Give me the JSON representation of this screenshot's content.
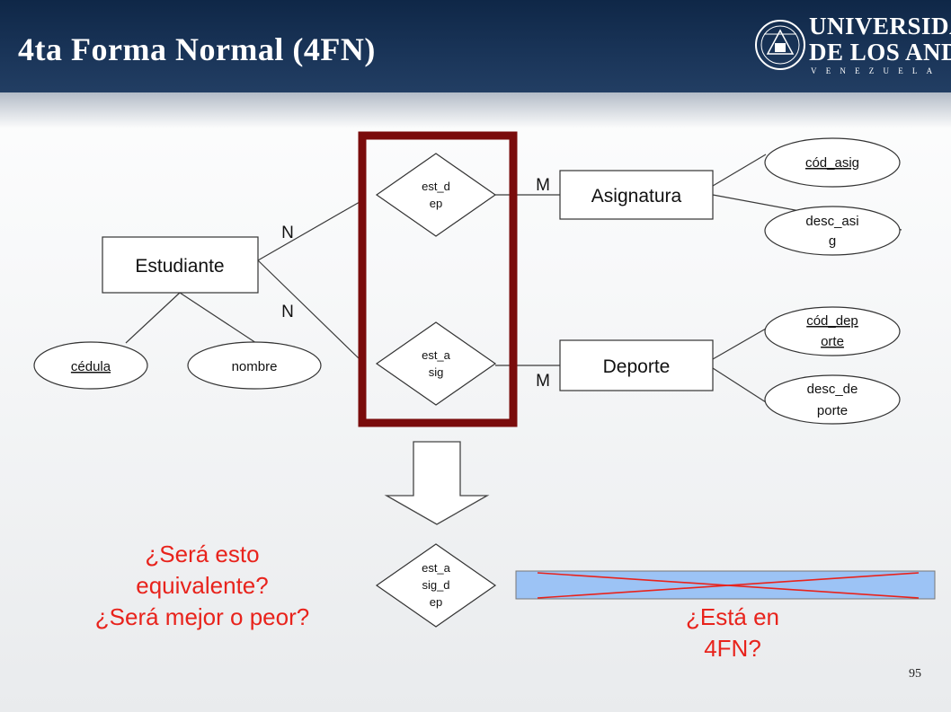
{
  "slide": {
    "title": "4ta Forma Normal (4FN)",
    "page_number": "95"
  },
  "logo": {
    "line1": "UNIVERSIDAD",
    "line2": "DE LOS ANDES",
    "line3": "VENEZUELA"
  },
  "entities": {
    "estudiante": "Estudiante",
    "asignatura": "Asignatura",
    "deporte": "Deporte"
  },
  "relationships": {
    "est_dep": [
      "est_d",
      "ep"
    ],
    "est_asig": [
      "est_a",
      "sig"
    ],
    "est_asig_dep": [
      "est_a",
      "sig_d",
      "ep"
    ]
  },
  "attributes": {
    "cedula": "cédula",
    "nombre": "nombre",
    "cod_asig": "cód_asig",
    "desc_asig": [
      "desc_asi",
      "g"
    ],
    "cod_deporte": [
      "cód_dep",
      "orte"
    ],
    "desc_deporte": [
      "desc_de",
      "porte"
    ]
  },
  "cardinalities": {
    "n_top": "N",
    "n_bottom": "N",
    "m_top": "M",
    "m_bottom": "M"
  },
  "questions": {
    "left": [
      "¿Será esto",
      "equivalente?",
      "¿Será mejor o peor?"
    ],
    "right": [
      "¿Está en",
      "4FN?"
    ]
  },
  "colors": {
    "header": "#1a3559",
    "highlight_box": "#7a0c0c",
    "question_text": "#e8231c",
    "crossed_box_fill": "#9cc3f5",
    "cross_lines": "#e8231c"
  }
}
